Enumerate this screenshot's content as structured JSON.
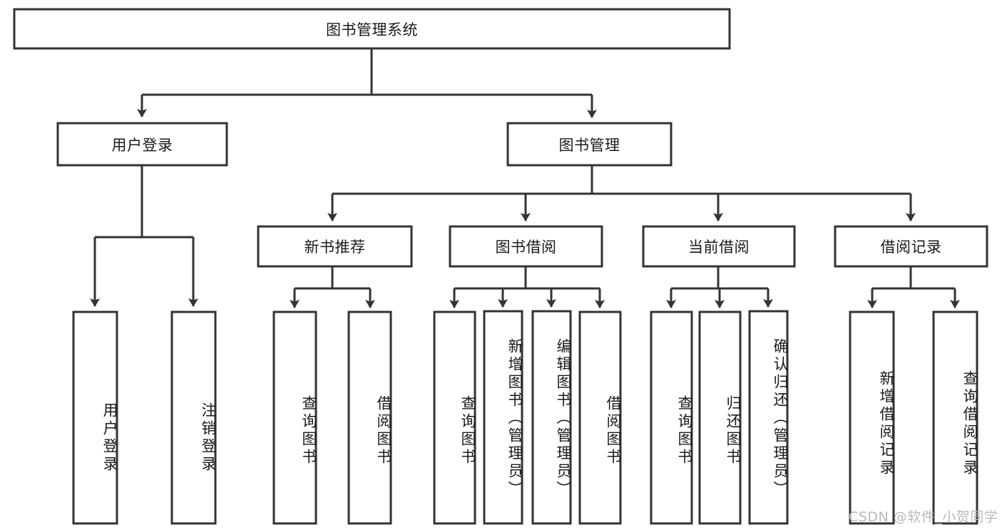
{
  "diagram": {
    "title": "图书管理系统",
    "type": "hierarchy-tree",
    "colors": {
      "box_stroke": "#333333",
      "box_fill": "#ffffff",
      "connector": "#333333",
      "text": "#1a1a1a",
      "background": "#ffffff",
      "watermark": "#b9b9b9"
    },
    "root": {
      "label": "图书管理系统"
    },
    "level1": [
      {
        "label": "用户登录"
      },
      {
        "label": "图书管理"
      }
    ],
    "level2": [
      {
        "label": "新书推荐"
      },
      {
        "label": "图书借阅"
      },
      {
        "label": "当前借阅"
      },
      {
        "label": "借阅记录"
      }
    ],
    "leaves": {
      "user_login": [
        {
          "label": "用户登录"
        },
        {
          "label": "注销登录"
        }
      ],
      "new_book_recommend": [
        {
          "label": "查询图书"
        },
        {
          "label": "借阅图书"
        }
      ],
      "book_borrow": [
        {
          "label": "查询图书"
        },
        {
          "label": "新增图书（管理员）"
        },
        {
          "label": "编辑图书（管理员）"
        },
        {
          "label": "借阅图书"
        }
      ],
      "current_borrow": [
        {
          "label": "查询图书"
        },
        {
          "label": "归还图书"
        },
        {
          "label": "确认归还（管理员）"
        }
      ],
      "borrow_record": [
        {
          "label": "新增借阅记录"
        },
        {
          "label": "查询借阅记录"
        }
      ]
    }
  },
  "watermark": {
    "text": "CSDN @软件_小贺同学"
  }
}
